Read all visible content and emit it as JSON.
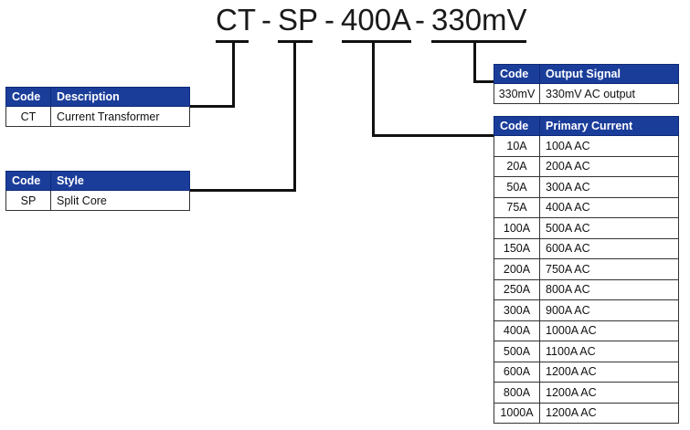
{
  "model": {
    "part1": "CT",
    "sep1": "-",
    "part2": "SP",
    "sep2": "-",
    "part3": "400A",
    "sep3": "-",
    "part4": "330mV"
  },
  "tables": {
    "description": {
      "headers": [
        "Code",
        "Description"
      ],
      "rows": [
        [
          "CT",
          "Current Transformer"
        ]
      ]
    },
    "style": {
      "headers": [
        "Code",
        "Style"
      ],
      "rows": [
        [
          "SP",
          "Split Core"
        ]
      ]
    },
    "output": {
      "headers": [
        "Code",
        "Output Signal"
      ],
      "rows": [
        [
          "330mV",
          "330mV AC output"
        ]
      ]
    },
    "primary": {
      "headers": [
        "Code",
        "Primary Current"
      ],
      "rows": [
        [
          "10A",
          "100A AC"
        ],
        [
          "20A",
          "200A AC"
        ],
        [
          "50A",
          "300A AC"
        ],
        [
          "75A",
          "400A AC"
        ],
        [
          "100A",
          "500A AC"
        ],
        [
          "150A",
          "600A AC"
        ],
        [
          "200A",
          "750A AC"
        ],
        [
          "250A",
          "800A AC"
        ],
        [
          "300A",
          "900A AC"
        ],
        [
          "400A",
          "1000A AC"
        ],
        [
          "500A",
          "1100A AC"
        ],
        [
          "600A",
          "1200A AC"
        ],
        [
          "800A",
          "1200A AC"
        ],
        [
          "1000A",
          "1200A AC"
        ]
      ]
    }
  },
  "colors": {
    "header_bg": "#1b3d9a",
    "header_text": "#ffffff",
    "line": "#111111"
  }
}
